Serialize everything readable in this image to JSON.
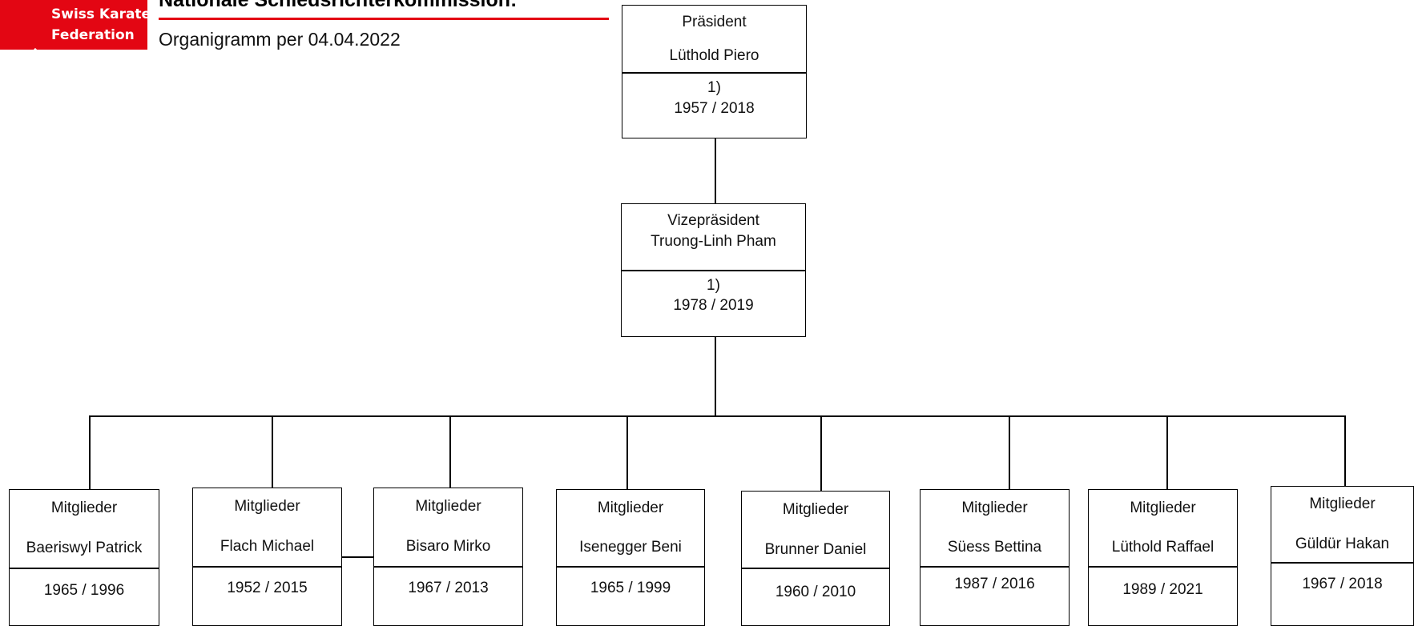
{
  "header": {
    "logo_line1": "Swiss Karate",
    "logo_line2": "Federation",
    "title": "Nationale Schiedsrichterkommission:",
    "subtitle": "Organigramm per 04.04.2022"
  },
  "president": {
    "role": "Präsident",
    "name": "Lüthold Piero",
    "note": "1)",
    "years": "1957 / 2018"
  },
  "vice_president": {
    "role": "Vizepräsident",
    "name": "Truong-Linh Pham",
    "note": "1)",
    "years": "1978 / 2019"
  },
  "members": [
    {
      "role": "Mitglieder",
      "name": "Baeriswyl Patrick",
      "years": "1965 / 1996"
    },
    {
      "role": "Mitglieder",
      "name": "Flach Michael",
      "years": "1952 / 2015"
    },
    {
      "role": "Mitglieder",
      "name": "Bisaro Mirko",
      "years": "1967 / 2013"
    },
    {
      "role": "Mitglieder",
      "name": "Isenegger Beni",
      "years": "1965 / 1999"
    },
    {
      "role": "Mitglieder",
      "name": "Brunner Daniel",
      "years": "1960 / 2010"
    },
    {
      "role": "Mitglieder",
      "name": "Süess Bettina",
      "years": "1987 / 2016"
    },
    {
      "role": "Mitglieder",
      "name": "Lüthold Raffael",
      "years": "1989 / 2021"
    },
    {
      "role": "Mitglieder",
      "name": "Güldür Hakan",
      "years": "1967 / 2018"
    }
  ]
}
